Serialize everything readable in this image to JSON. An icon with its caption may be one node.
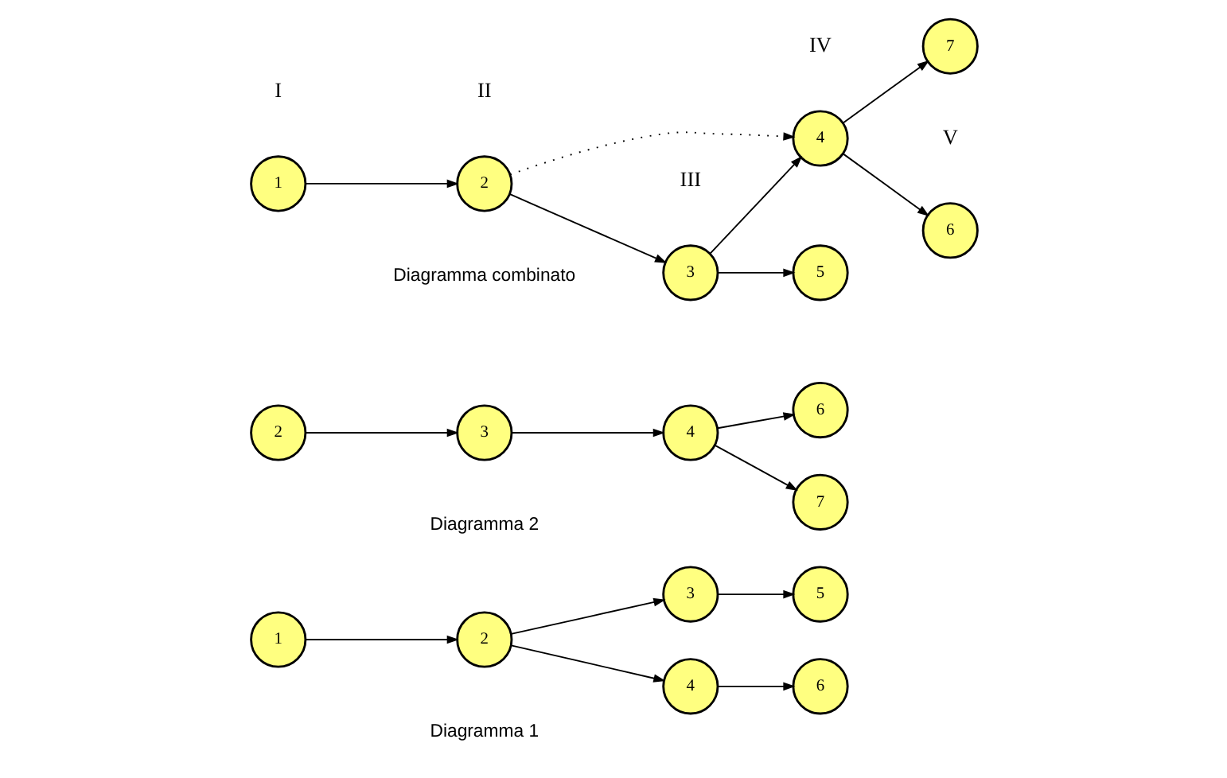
{
  "diagram": {
    "nodes": [
      {
        "text": [
          "1"
        ]
      },
      {
        "text": [
          "2"
        ]
      },
      {
        "text": [
          "3"
        ]
      },
      {
        "text": [
          "4"
        ]
      },
      {
        "text": [
          "5"
        ]
      },
      {
        "text": [
          "6"
        ]
      },
      {
        "text": [
          "2"
        ]
      },
      {
        "text": [
          "3"
        ]
      },
      {
        "text": [
          "4"
        ]
      },
      {
        "text": [
          "6"
        ]
      },
      {
        "text": [
          "7"
        ]
      },
      {
        "text": [
          "1"
        ]
      },
      {
        "text": [
          "2"
        ]
      },
      {
        "text": [
          "3"
        ]
      },
      {
        "text": [
          "4"
        ]
      },
      {
        "text": [
          "5"
        ]
      },
      {
        "text": [
          "6"
        ]
      },
      {
        "text": [
          "7"
        ]
      }
    ],
    "edges": [
      {
        "from": 0,
        "to": 1,
        "arrow": "to"
      },
      {
        "from": 1,
        "to": 2,
        "arrow": "to"
      },
      {
        "from": 1,
        "to": 3,
        "arrow": "to"
      },
      {
        "from": 2,
        "to": 4,
        "arrow": "to"
      },
      {
        "from": 3,
        "to": 5,
        "arrow": "to"
      },
      {
        "from": 6,
        "to": 7,
        "arrow": "to"
      },
      {
        "from": 7,
        "to": 8,
        "arrow": "to"
      },
      {
        "from": 8,
        "to": 9,
        "arrow": "to"
      },
      {
        "from": 8,
        "to": 10,
        "arrow": "to"
      },
      {
        "from": 11,
        "to": 12,
        "arrow": "to"
      },
      {
        "from": 12,
        "to": 13,
        "arrow": "to"
      },
      {
        "from": 12,
        "to": 14,
        "arrow": "to",
        "style": "dashed"
      },
      {
        "from": 13,
        "to": 14,
        "arrow": "to"
      },
      {
        "from": 13,
        "to": 15,
        "arrow": "to"
      },
      {
        "from": 14,
        "to": 16,
        "arrow": "to"
      },
      {
        "from": 14,
        "to": 17,
        "arrow": "to"
      }
    ],
    "labels": [
      "Diagramma 2",
      "Diagramma 1",
      "I",
      "II",
      "III",
      "IV",
      "V",
      "Diagramma combinato"
    ]
  }
}
